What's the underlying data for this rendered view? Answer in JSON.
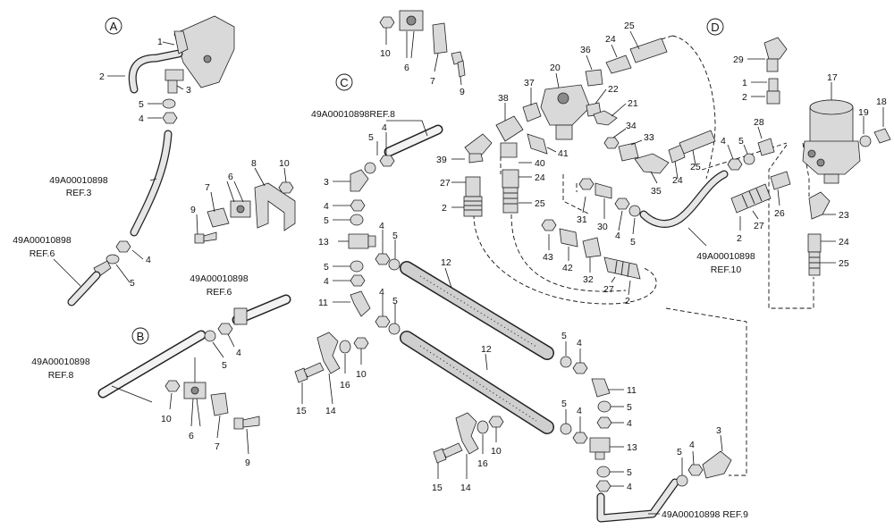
{
  "sections": [
    "A",
    "B",
    "C",
    "D"
  ],
  "refs": {
    "a_ref3": [
      "49A00010898",
      "REF.3"
    ],
    "a_ref6": [
      "49A00010898",
      "REF.6"
    ],
    "mid_ref6": [
      "49A00010898",
      "REF.6"
    ],
    "b_ref8": [
      "49A00010898",
      "REF.8"
    ],
    "c_ref8": "49A00010898REF.8",
    "d_ref10": [
      "49A00010898",
      "REF.10"
    ],
    "c_ref9": "49A00010898 REF.9"
  },
  "callouts": {
    "a": [
      "1",
      "2",
      "3",
      "5",
      "4",
      "4",
      "5"
    ],
    "mid": [
      "6",
      "7",
      "8",
      "9",
      "10"
    ],
    "b": [
      "4",
      "5",
      "10",
      "6",
      "7",
      "9"
    ],
    "c_top": [
      "10",
      "6",
      "7",
      "9"
    ],
    "c_left": [
      "5",
      "4",
      "3",
      "4",
      "5",
      "13",
      "5",
      "4",
      "11",
      "4",
      "5",
      "4",
      "5"
    ],
    "c_lower": [
      "15",
      "14",
      "16",
      "10",
      "15",
      "14",
      "16",
      "10"
    ],
    "c_right": [
      "5",
      "4",
      "11",
      "5",
      "4",
      "5",
      "4",
      "13",
      "5",
      "4",
      "5",
      "4",
      "3"
    ],
    "hoses": [
      "12",
      "12"
    ],
    "c_mid": [
      "39",
      "27",
      "2",
      "38",
      "40",
      "24",
      "25",
      "37",
      "20",
      "41",
      "36",
      "24",
      "25",
      "22",
      "21",
      "34",
      "33",
      "35",
      "24",
      "25"
    ],
    "c_lower_mid": [
      "31",
      "30",
      "4",
      "5",
      "43",
      "42",
      "32",
      "27",
      "2"
    ],
    "d": [
      "29",
      "1",
      "2",
      "17",
      "19",
      "18",
      "28",
      "5",
      "4",
      "26",
      "27",
      "2",
      "23",
      "24",
      "25"
    ]
  }
}
